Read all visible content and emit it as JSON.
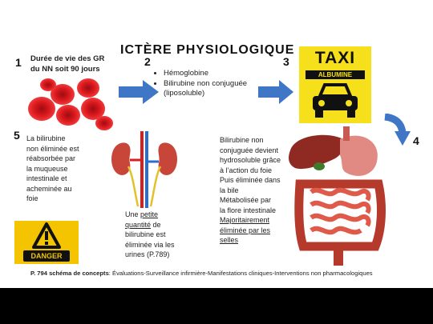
{
  "title": "ICTÈRE PHYSIOLOGIQUE",
  "steps": {
    "s1": "1",
    "s2": "2",
    "s3": "3",
    "s4": "4",
    "s5": "5"
  },
  "step1": {
    "line1": "Durée de vie des GR",
    "line2": "du NN soit 90 jours"
  },
  "step2": {
    "bullet1": "Hémoglobine",
    "bullet2": "Bilirubine non conjuguée",
    "bullet2b": "(liposoluble)"
  },
  "taxi": {
    "sign": "TAXI",
    "plate": "ALBUMINE"
  },
  "step4": {
    "l1": "Bilirubine non",
    "l2": "conjuguée devient",
    "l3": "hydrosoluble grâce",
    "l4": "à l’action du foie",
    "l5": "Puis éliminée dans",
    "l6": "la bile",
    "l7": "Métabolisée par",
    "l8": "la flore intestinale",
    "l9": "Majoritairement",
    "l10": "éliminée par les",
    "l11": "selles"
  },
  "step5": {
    "l1": "La bilirubine",
    "l2": "non éliminée est",
    "l3": "réabsorbée par",
    "l4": "la muqueuse",
    "l5": "intestinale et",
    "l6": "acheminée au",
    "l7": "foie"
  },
  "kidney": {
    "l1_a": "Une ",
    "l1_b": "petite",
    "l2": "quantité",
    "l2_b": " de",
    "l3": "bilirubine est",
    "l4": "éliminée via les",
    "l5": "urines (P.789)"
  },
  "danger": {
    "label": "DANGER"
  },
  "footer": {
    "bold": "P. 794 schéma de concepts",
    "rest": ": Évaluations-Surveillance infirmière-Manifestations cliniques-Interventions non pharmacologiques"
  },
  "colors": {
    "arrow": "#3f76c6",
    "taxi_yellow": "#f6e01b",
    "blood": "#d8181d",
    "danger_yellow": "#f5c400"
  }
}
